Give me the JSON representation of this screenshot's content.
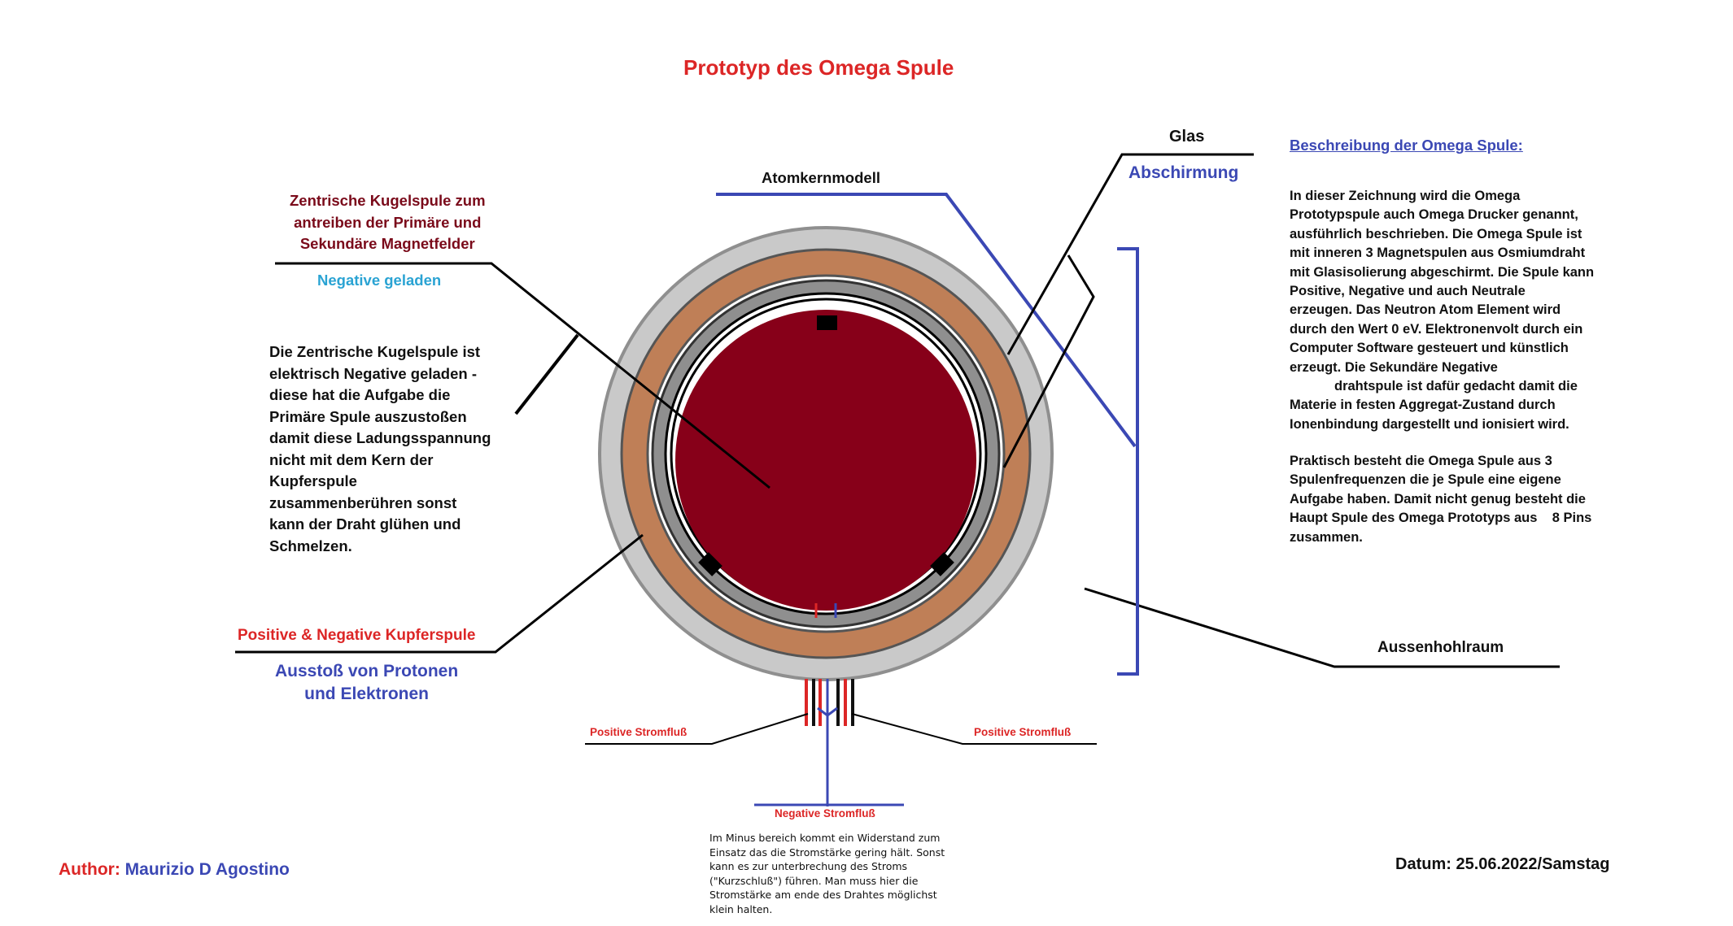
{
  "colors": {
    "red": "#dc2626",
    "darkred": "#7a0a1a",
    "blue": "#3b48b4",
    "cyan": "#2aa3d3",
    "copper": "#bf7f57",
    "gray": "#c9c9c9",
    "midgray": "#8f8f8f",
    "core": "#870019"
  },
  "title": "Prototyp des Omega Spule",
  "labels": {
    "glas": "Glas",
    "abschirmung": "Abschirmung",
    "atomkernmodell": "Atomkernmodell",
    "zentrisch": [
      "Zentrische Kugelspule zum",
      "antreiben der Primäre und",
      "Sekundäre Magnetfelder"
    ],
    "negative_geladen": "Negative geladen",
    "kupferspule": "Positive & Negative Kupferspule",
    "ausstoss": [
      "Ausstoß von Protonen",
      "und Elektronen"
    ],
    "aussenhohlraum": "Aussenhohlraum",
    "positive_left": "Positive Stromfluß",
    "positive_right": "Positive Stromfluß",
    "negative_strom": "Negative Stromfluß"
  },
  "center_text": [
    "Die Zentrische Kugelspule ist",
    "elektrisch Negative geladen -",
    "diese hat die Aufgabe die",
    "Primäre Spule auszustoßen",
    "damit diese Ladungsspannung",
    "nicht mit dem Kern der",
    "Kupferspule",
    "zusammenberühren sonst",
    "kann der Draht glühen und",
    "Schmelzen."
  ],
  "description": {
    "heading": "Beschreibung der Omega Spule:",
    "paragraph1": [
      "In dieser Zeichnung wird die Omega",
      "Prototypspule auch Omega Drucker genannt,",
      "ausführlich beschrieben. Die Omega Spule ist",
      "mit inneren 3 Magnetspulen aus  Osmiumdraht",
      "mit Glasisolierung abgeschirmt. Die Spule kann",
      "Positive, Negative und auch Neutrale",
      "erzeugen. Das Neutron Atom Element wird",
      "durch den Wert 0 eV. Elektronenvolt durch ein",
      "Computer Software gesteuert und künstlich",
      "erzeugt. Die Sekundäre Negative",
      "            drahtspule ist dafür gedacht damit die",
      "Materie in festen Aggregat-Zustand durch",
      "Ionenbindung dargestellt und ionisiert wird."
    ],
    "paragraph2": [
      "Praktisch besteht die Omega Spule aus 3",
      "Spulenfrequenzen die je Spule eine eigene",
      "Aufgabe haben. Damit nicht genug besteht die",
      "Haupt Spule des Omega Prototyps aus    8 Pins",
      "zusammen."
    ]
  },
  "note": [
    "Im Minus bereich kommt ein Widerstand zum",
    "Einsatz das die Stromstärke gering hält. Sonst",
    "kann es zur unterbrechung des Stroms",
    "(\"Kurzschluß\") führen. Man muss hier die",
    "Stromstärke am ende des Drahtes möglichst",
    "klein halten."
  ],
  "author": {
    "label": "Author:",
    "name": "Maurizio D Agostino"
  },
  "datum": "Datum: 25.06.2022/Samstag"
}
